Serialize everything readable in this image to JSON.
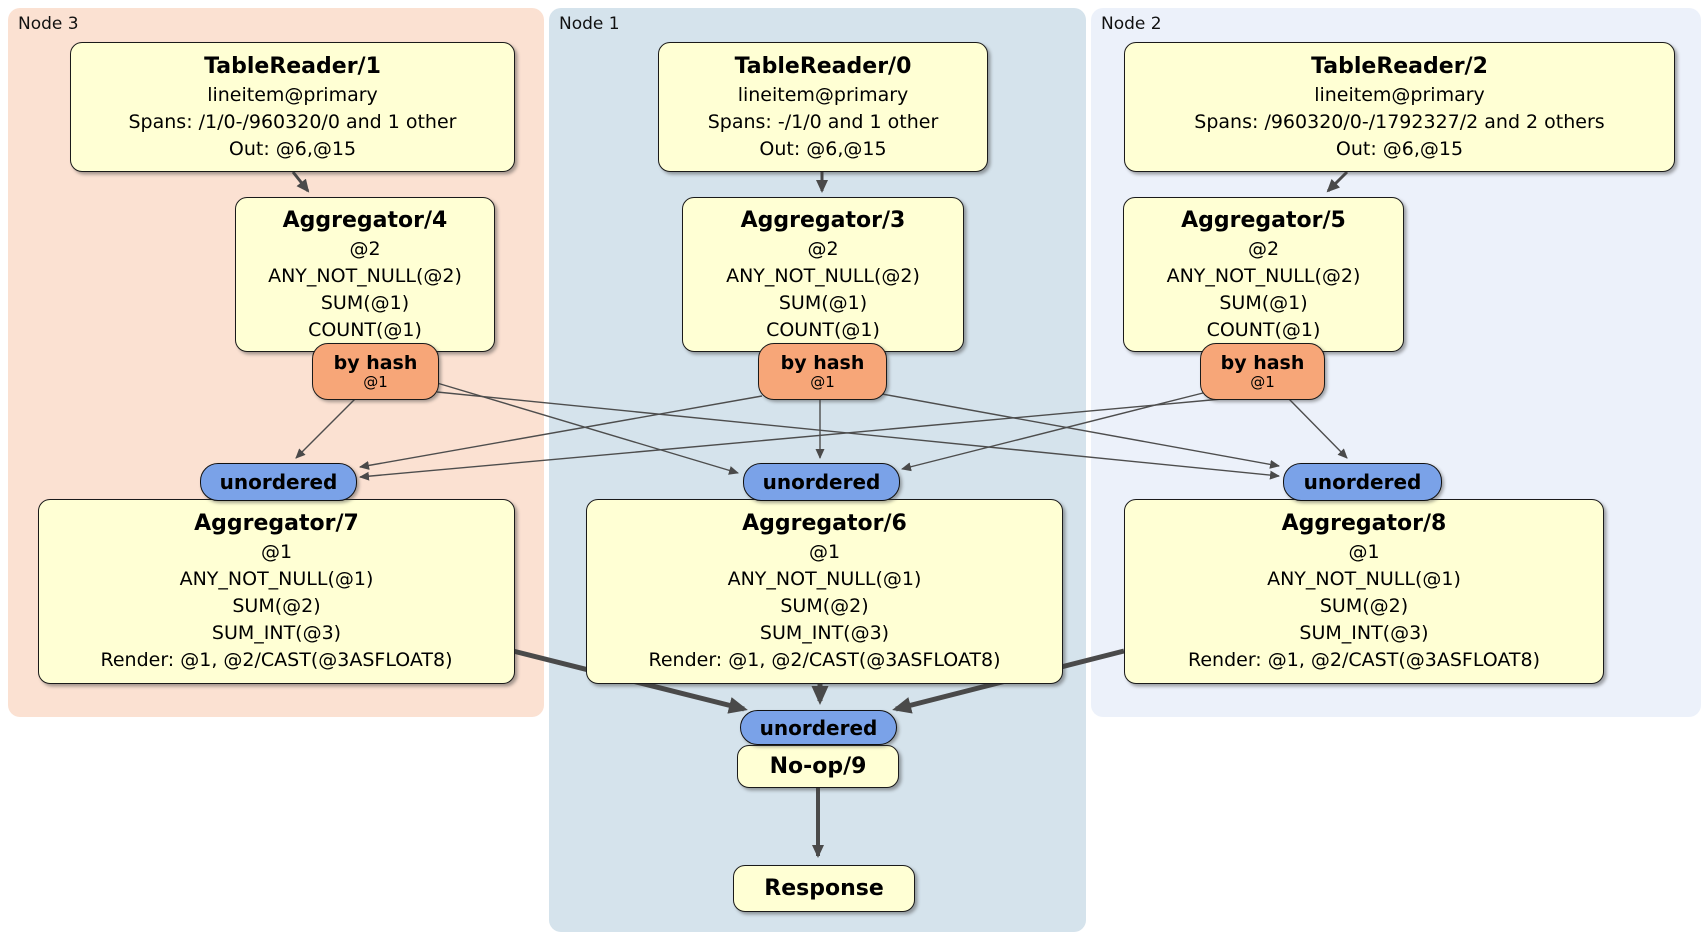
{
  "diagram": {
    "regions": [
      {
        "label": "Node 3",
        "color": "#fbe1d2"
      },
      {
        "label": "Node 1",
        "color": "#d5e3ec"
      },
      {
        "label": "Node 2",
        "color": "#ecf1fa"
      }
    ],
    "processors": {
      "tr1": {
        "title": "TableReader/1",
        "lines": [
          "lineitem@primary",
          "Spans: /1/0-/960320/0 and 1 other",
          "Out: @6,@15"
        ]
      },
      "tr0": {
        "title": "TableReader/0",
        "lines": [
          "lineitem@primary",
          "Spans: -/1/0 and 1 other",
          "Out: @6,@15"
        ]
      },
      "tr2": {
        "title": "TableReader/2",
        "lines": [
          "lineitem@primary",
          "Spans: /960320/0-/1792327/2 and 2 others",
          "Out: @6,@15"
        ]
      },
      "agg4": {
        "title": "Aggregator/4",
        "lines": [
          "@2",
          "ANY_NOT_NULL(@2)",
          "SUM(@1)",
          "COUNT(@1)"
        ]
      },
      "agg3": {
        "title": "Aggregator/3",
        "lines": [
          "@2",
          "ANY_NOT_NULL(@2)",
          "SUM(@1)",
          "COUNT(@1)"
        ]
      },
      "agg5": {
        "title": "Aggregator/5",
        "lines": [
          "@2",
          "ANY_NOT_NULL(@2)",
          "SUM(@1)",
          "COUNT(@1)"
        ]
      },
      "agg7": {
        "title": "Aggregator/7",
        "lines": [
          "@1",
          "ANY_NOT_NULL(@1)",
          "SUM(@2)",
          "SUM_INT(@3)",
          "Render: @1, @2/CAST(@3ASFLOAT8)"
        ]
      },
      "agg6": {
        "title": "Aggregator/6",
        "lines": [
          "@1",
          "ANY_NOT_NULL(@1)",
          "SUM(@2)",
          "SUM_INT(@3)",
          "Render: @1, @2/CAST(@3ASFLOAT8)"
        ]
      },
      "agg8": {
        "title": "Aggregator/8",
        "lines": [
          "@1",
          "ANY_NOT_NULL(@1)",
          "SUM(@2)",
          "SUM_INT(@3)",
          "Render: @1, @2/CAST(@3ASFLOAT8)"
        ]
      },
      "noop9": {
        "title": "No-op/9"
      },
      "response": {
        "title": "Response"
      }
    },
    "routers": [
      {
        "label": "by hash",
        "key": "@1"
      },
      {
        "label": "by hash",
        "key": "@1"
      },
      {
        "label": "by hash",
        "key": "@1"
      }
    ],
    "streams": [
      {
        "label": "unordered"
      },
      {
        "label": "unordered"
      },
      {
        "label": "unordered"
      },
      {
        "label": "unordered"
      }
    ],
    "colors": {
      "processor_fill": "#ffffd4",
      "router_fill": "#f7a678",
      "stream_fill": "#7aa2e8",
      "node3_bg": "#fbe1d2",
      "node1_bg": "#d5e3ec",
      "node2_bg": "#ecf1fa",
      "edge": "#4a4a4a"
    }
  }
}
